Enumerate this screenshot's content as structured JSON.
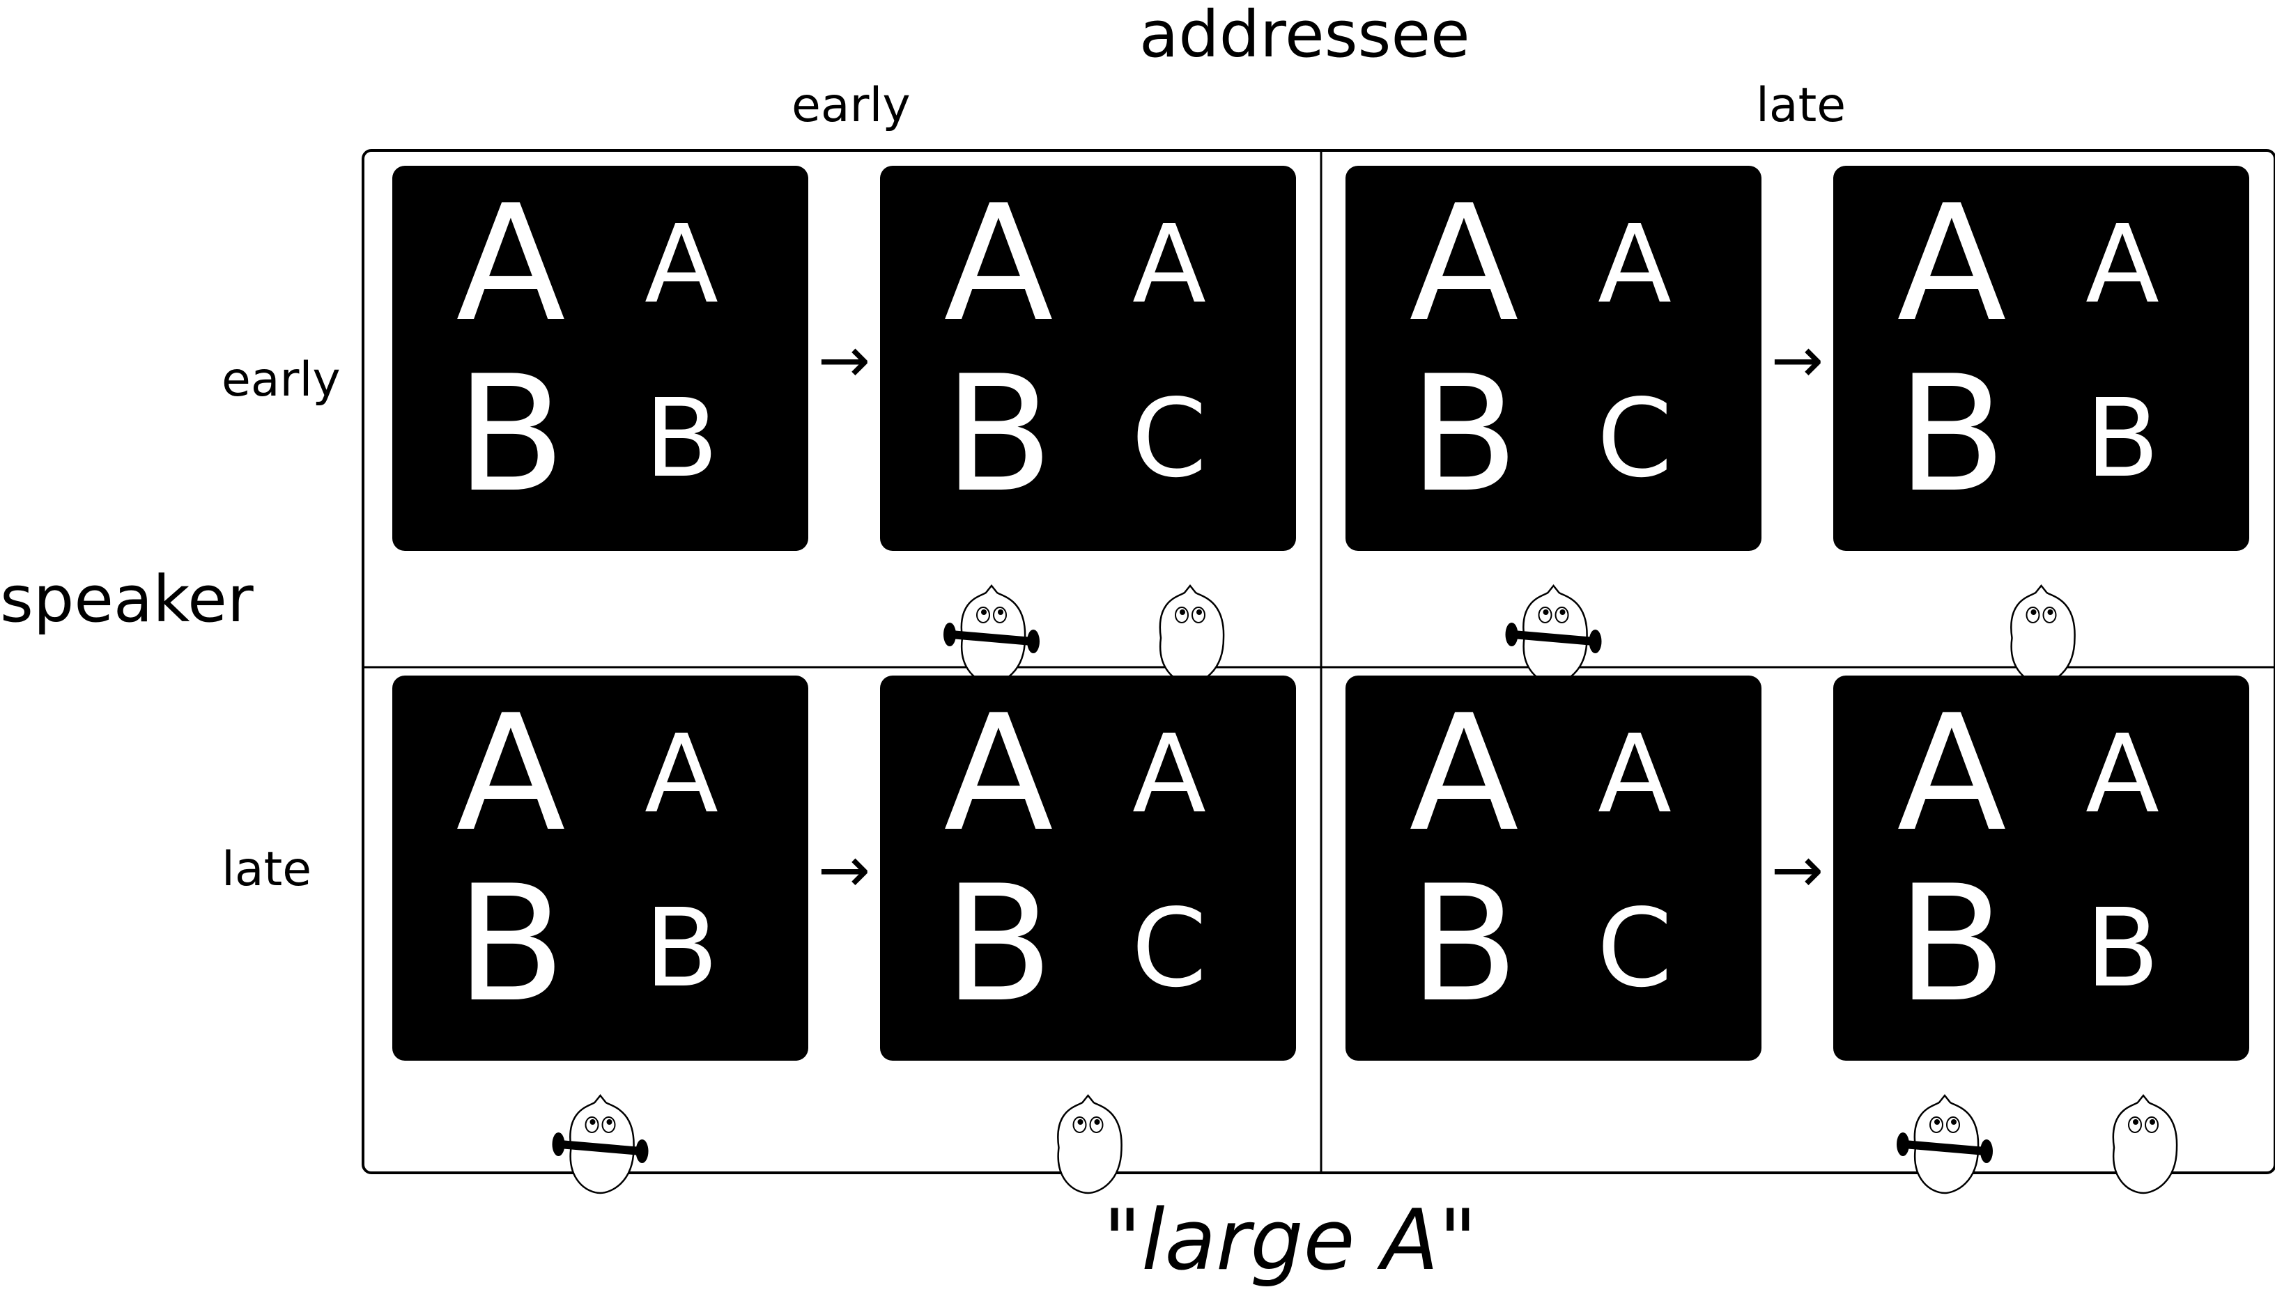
{
  "axes": {
    "top_title": "addressee",
    "columns": [
      "early",
      "late"
    ],
    "left_title": "speaker",
    "rows": [
      "early",
      "late"
    ]
  },
  "utterance": {
    "open_quote": "\"",
    "text": "large A",
    "close_quote": "\""
  },
  "cells": [
    {
      "row": "early",
      "col": "early",
      "panels": [
        {
          "big": [
            "A",
            "B"
          ],
          "small": [
            "A",
            "B"
          ]
        },
        {
          "big": [
            "A",
            "B"
          ],
          "small": [
            "A",
            "C"
          ]
        }
      ],
      "arrow": "→",
      "figures": [
        {
          "under_panel": 1,
          "side": "left",
          "blindfolded": true
        },
        {
          "under_panel": 1,
          "side": "right",
          "blindfolded": false
        }
      ]
    },
    {
      "row": "early",
      "col": "late",
      "panels": [
        {
          "big": [
            "A",
            "B"
          ],
          "small": [
            "A",
            "C"
          ]
        },
        {
          "big": [
            "A",
            "B"
          ],
          "small": [
            "A",
            "B"
          ]
        }
      ],
      "arrow": "→",
      "figures": [
        {
          "under_panel": 0,
          "side": "center",
          "blindfolded": true
        },
        {
          "under_panel": 1,
          "side": "center",
          "blindfolded": false
        }
      ]
    },
    {
      "row": "late",
      "col": "early",
      "panels": [
        {
          "big": [
            "A",
            "B"
          ],
          "small": [
            "A",
            "B"
          ]
        },
        {
          "big": [
            "A",
            "B"
          ],
          "small": [
            "A",
            "C"
          ]
        }
      ],
      "arrow": "→",
      "figures": [
        {
          "under_panel": 0,
          "side": "center",
          "blindfolded": true
        },
        {
          "under_panel": 1,
          "side": "center",
          "blindfolded": false
        }
      ]
    },
    {
      "row": "late",
      "col": "late",
      "panels": [
        {
          "big": [
            "A",
            "B"
          ],
          "small": [
            "A",
            "C"
          ]
        },
        {
          "big": [
            "A",
            "B"
          ],
          "small": [
            "A",
            "B"
          ]
        }
      ],
      "arrow": "→",
      "figures": [
        {
          "under_panel": 1,
          "side": "left",
          "blindfolded": true
        },
        {
          "under_panel": 1,
          "side": "right",
          "blindfolded": false
        }
      ]
    }
  ],
  "colors": {
    "panel": "#000000",
    "panel_text": "#ffffff",
    "line": "#000000",
    "background": "#ffffff"
  }
}
